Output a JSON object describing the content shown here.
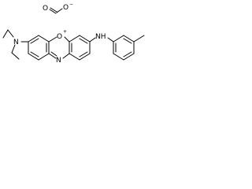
{
  "molecule": {
    "atoms": {
      "formate_o_carbonyl": "O",
      "formate_o_anion": "O",
      "formate_charge": "−",
      "amine_n": "N",
      "ring_oxygen": "O",
      "ring_oxygen_charge": "+",
      "anilino_nh": "NH",
      "ring_nitrogen": "N"
    }
  },
  "colors": {
    "ink": "#000000",
    "background": "#ffffff"
  }
}
